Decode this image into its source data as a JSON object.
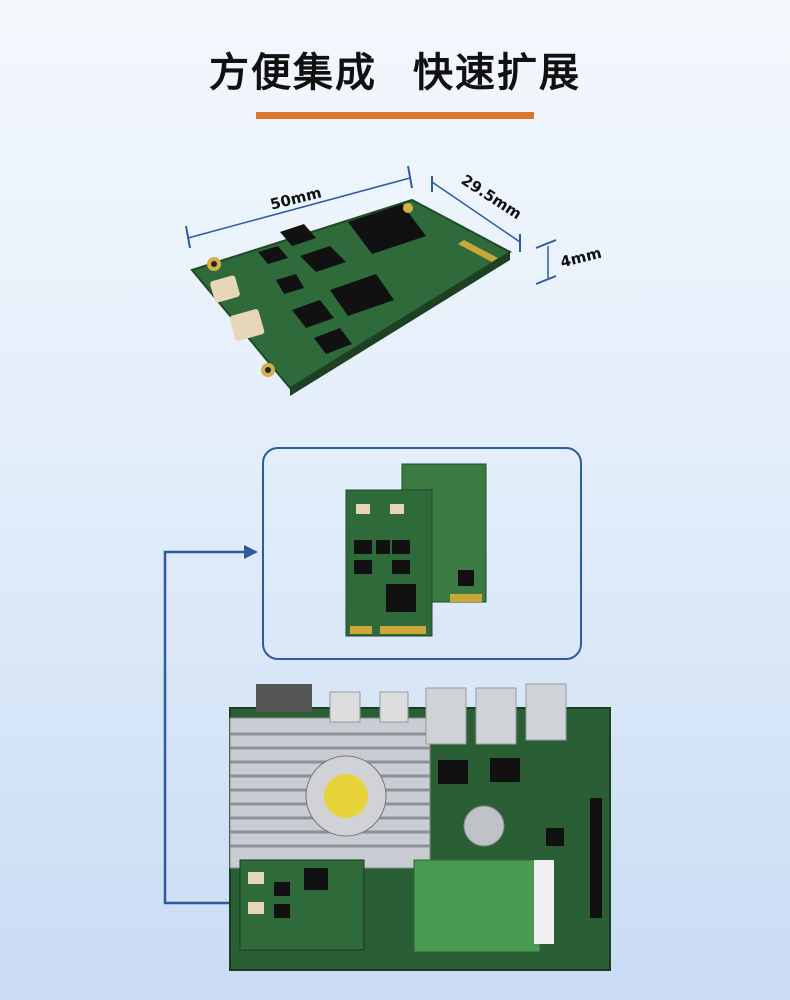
{
  "header": {
    "title_left": "方便集成",
    "title_right": "快速扩展"
  },
  "dimensions": {
    "length": "50mm",
    "width": "29.5mm",
    "height": "4mm"
  },
  "colors": {
    "accent_underline": "#d9772e",
    "frame_border": "#2d5aa0",
    "pcb_green": "#2f6b3a"
  }
}
